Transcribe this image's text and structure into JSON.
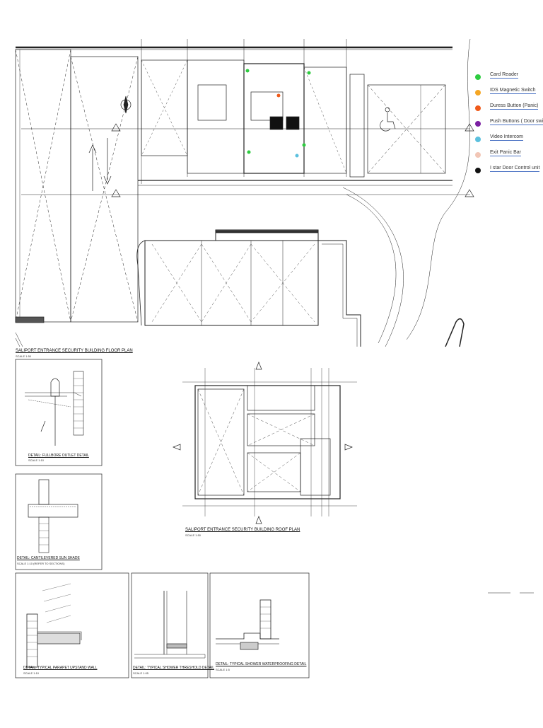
{
  "legend": {
    "items": [
      {
        "label": "Card Reader",
        "color": "#2ecc40"
      },
      {
        "label": "IDS Magnetic Switch",
        "color": "#f5a623"
      },
      {
        "label": "Duress Button (Panic)",
        "color": "#f05a1a"
      },
      {
        "label": "Push Buttons ( Door switch)",
        "color": "#7b1fa2"
      },
      {
        "label": "Video Intercom",
        "color": "#5bc0de"
      },
      {
        "label": "Exit Panic Bar",
        "color": "#f2c6b6"
      },
      {
        "label": "I star Door Control unit",
        "color": "#111111"
      }
    ]
  },
  "captions": {
    "floor_plan": "SALIPORT ENTRANCE SECURITY BUILDING FLOOR PLAN",
    "floor_plan_scale": "SCALE 1:50",
    "roof_plan": "SALIPORT ENTRANCE SECURITY BUILDING ROOF PLAN",
    "roof_plan_scale": "SCALE 1:50",
    "detail_outlet": "DETAIL: FULLBORE OUTLET DETAIL",
    "detail_outlet_scale": "SCALE 1:10",
    "detail_sunshade": "DETAIL: CANTILEVERED SUN SHADE",
    "detail_sunshade_scale": "SCALE 1:10 (REFER TO SECTIONS)",
    "detail_parapet": "DETAIL: TYPICAL PARAPET UPSTAND WALL",
    "detail_parapet_scale": "SCALE 1:10",
    "detail_threshold": "DETAIL: TYPICAL SHOWER THRESHOLD DETAIL",
    "detail_threshold_scale": "SCALE 1:05",
    "detail_waterproofing": "DETAIL: TYPICAL SHOWER WATERPROOFING DETAIL",
    "detail_waterproofing_scale": "SCALE 1:5"
  }
}
